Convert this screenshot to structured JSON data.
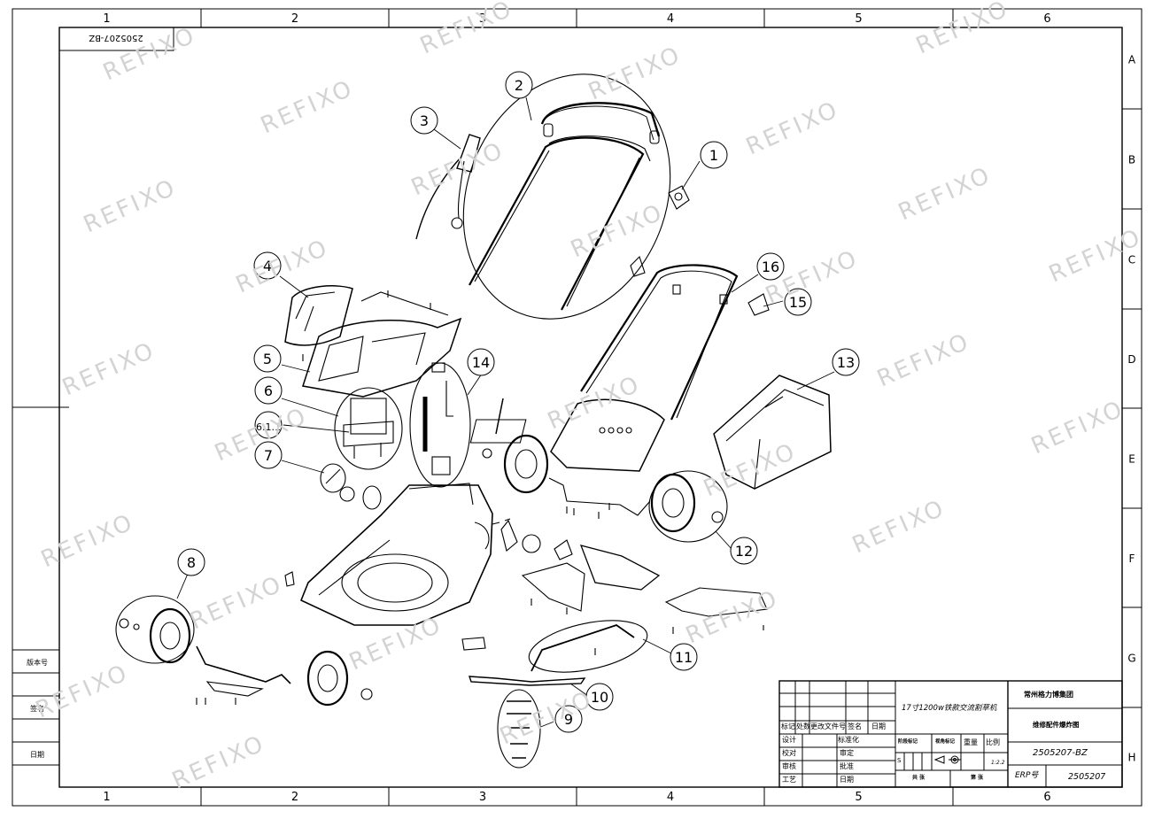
{
  "grid": {
    "columns": [
      "1",
      "2",
      "3",
      "4",
      "5",
      "6"
    ],
    "rows": [
      "A",
      "B",
      "C",
      "D",
      "E",
      "F",
      "G",
      "H"
    ]
  },
  "drawing_code_mirrored": "2505207-BZ",
  "watermark": "REFIXO",
  "callouts": [
    "1",
    "2",
    "3",
    "4",
    "5",
    "6",
    "6.1.1",
    "7",
    "8",
    "9",
    "10",
    "11",
    "12",
    "13",
    "14",
    "15",
    "16"
  ],
  "left_strip": {
    "version_label": "版本号",
    "sign_label": "签名",
    "date_label": "日期"
  },
  "title_block": {
    "product_name": "17寸1200w铁款交流割草机",
    "company": "常州格力博集团",
    "doc_type": "维修配件爆炸图",
    "drawing_number": "2505207-BZ",
    "erp_label": "ERP号",
    "erp_number": "2505207",
    "rev_headers": [
      "标记",
      "处数",
      "更改文件号",
      "签名",
      "日期"
    ],
    "design_label": "设计",
    "check_label": "校对",
    "review_label": "审核",
    "process_label": "工艺",
    "standardize_label": "标准化",
    "audit_label": "审定",
    "approve_label": "批准",
    "date_label": "日期",
    "stage_label": "阶段标记",
    "projection_label": "视角标记",
    "weight_label": "重量",
    "scale_label": "比例",
    "stage_value": "S",
    "scale_value": "1:2.2",
    "sheets_total_label": "共 张",
    "sheet_label": "第 张"
  }
}
